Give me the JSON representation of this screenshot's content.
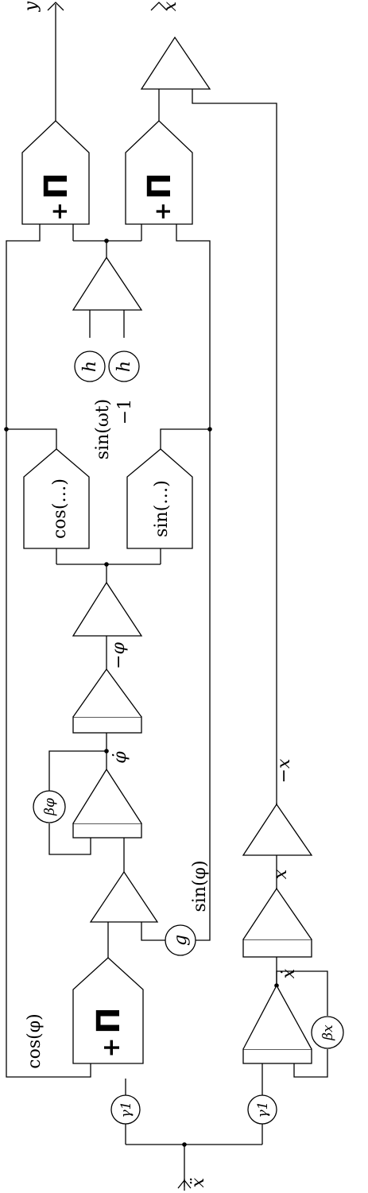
{
  "signals": {
    "output_y": "y",
    "output_x": "x",
    "input_xddot": "ẍ",
    "cos_phi": "cos(φ)",
    "sin_phi": "sin(φ)",
    "phi_dot": "φ̇",
    "neg_phi": "−φ",
    "x_dot": "ẋ",
    "x": "x",
    "neg_x": "−x",
    "sin_omega_t": "sin(ωt)",
    "minus_one": "−1"
  },
  "blocks": {
    "cos_block": "cos(…)",
    "sin_block": "sin(…)",
    "gain_h": "h",
    "gain_g": "g",
    "gain_gamma1": "γ1",
    "gain_beta_phi": "βφ",
    "gain_beta_x": "βx",
    "multiplier_symbol": "Π",
    "multiplier_plus": "+"
  }
}
